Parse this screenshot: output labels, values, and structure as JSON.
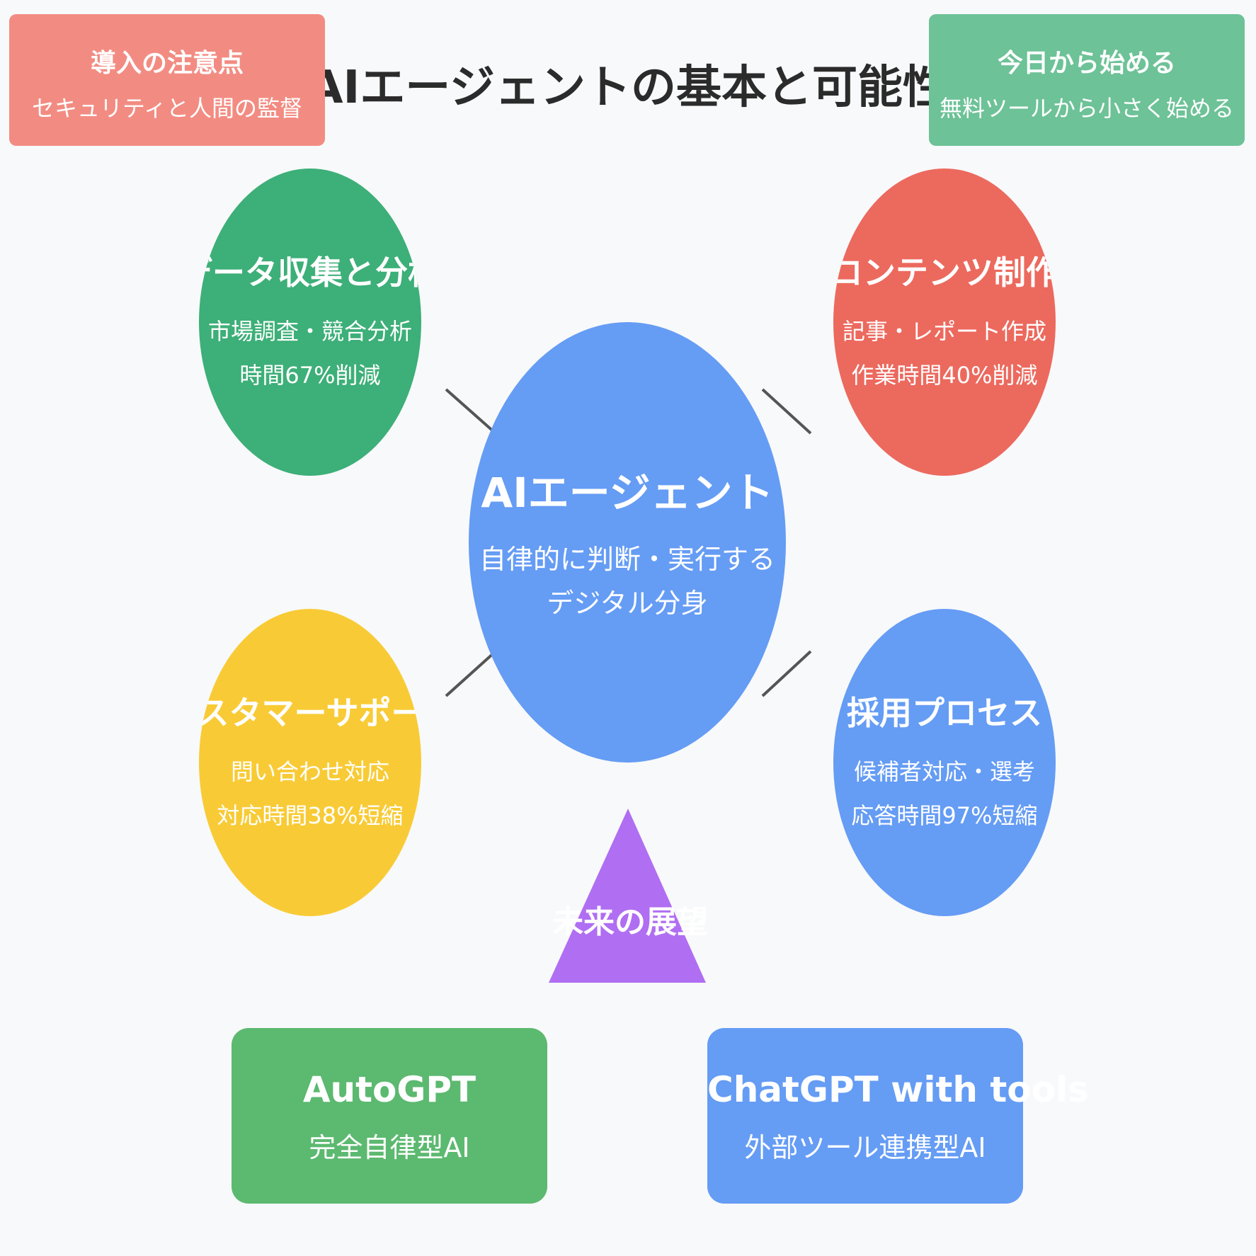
{
  "title": "AIエージェントの基本と可能性",
  "corner_left": {
    "heading": "導入の注意点",
    "sub": "セキュリティと人間の監督"
  },
  "corner_right": {
    "heading": "今日から始める",
    "sub": "無料ツールから小さく始める"
  },
  "center": {
    "heading": "AIエージェント",
    "line1": "自律的に判断・実行する",
    "line2": "デジタル分身"
  },
  "nodes": {
    "data": {
      "heading": "データ収集と分析",
      "line1": "市場調査・競合分析",
      "line2": "時間67%削減"
    },
    "content": {
      "heading": "コンテンツ制作",
      "line1": "記事・レポート作成",
      "line2": "作業時間40%削減"
    },
    "support": {
      "heading": "カスタマーサポート",
      "line1": "問い合わせ対応",
      "line2": "対応時間38%短縮"
    },
    "recruit": {
      "heading": "採用プロセス",
      "line1": "候補者対応・選考",
      "line2": "応答時間97%短縮"
    }
  },
  "future": {
    "label": "未来の展望"
  },
  "cards": {
    "autogpt": {
      "heading": "AutoGPT",
      "sub": "完全自律型AI"
    },
    "chatgpt": {
      "heading": "ChatGPT with tools",
      "sub": "外部ツール連携型AI"
    }
  },
  "colors": {
    "background": "#f8f9fa",
    "title": "#2b2b2b",
    "corner_left": "#f28c82",
    "corner_right": "#6dc297",
    "center": "#659cf4",
    "data": "#3daf78",
    "content": "#ec695e",
    "support": "#f8cb36",
    "recruit": "#659cf4",
    "future_triangle": "#b06ef2",
    "card_autogpt": "#5cb970",
    "card_chatgpt": "#659cf4",
    "connector": "#555555"
  }
}
